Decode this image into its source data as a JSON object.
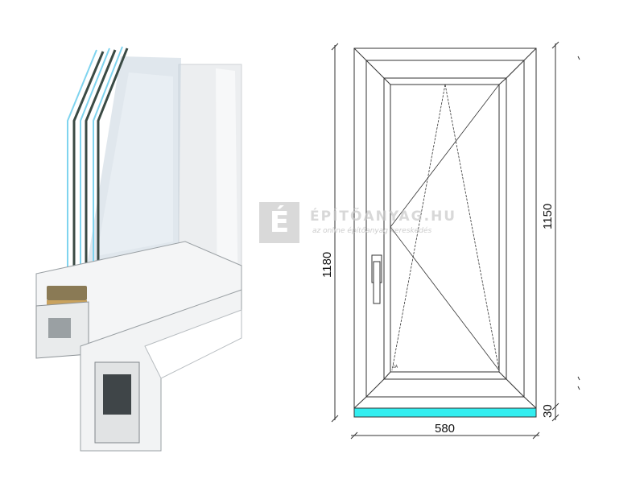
{
  "watermark": {
    "logo_letter": "É",
    "title": "ÉPÍTŐANYAG.HU",
    "tagline": "az online építőanyag kereskedés"
  },
  "drawing": {
    "dimensions": {
      "overall_height": "1180",
      "frame_height": "1150",
      "sill_height": "30",
      "width": "580"
    },
    "opening_label": "1A",
    "colors": {
      "sill_profile": "#33eef0",
      "lines": "#333333"
    }
  },
  "product_render": {
    "description_icon": "triple-glazed-pvc-window-profile"
  }
}
